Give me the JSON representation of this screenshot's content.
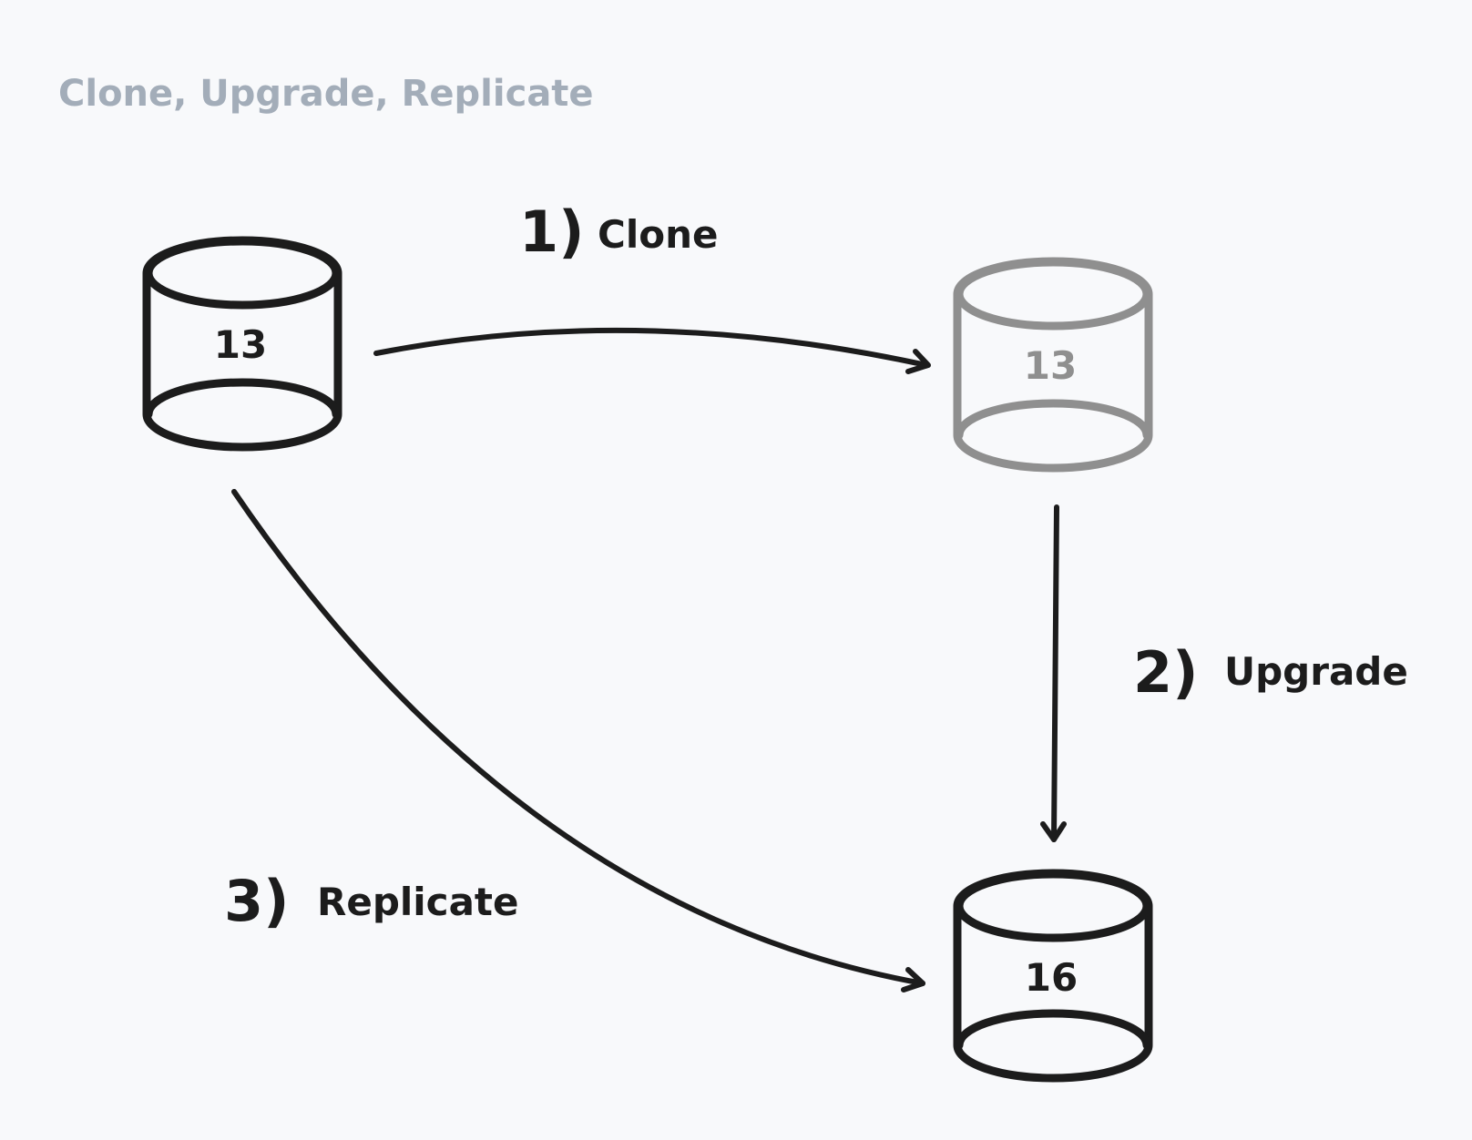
{
  "title": "Clone, Upgrade, Replicate",
  "databases": {
    "source": {
      "version": "13"
    },
    "clone": {
      "version": "13"
    },
    "upgraded": {
      "version": "16"
    }
  },
  "steps": [
    {
      "number": "1)",
      "label": "Clone"
    },
    {
      "number": "2)",
      "label": "Upgrade"
    },
    {
      "number": "3)",
      "label": "Replicate"
    }
  ],
  "colors": {
    "background": "#f8f9fb",
    "ink": "#1c1c1c",
    "faded_ink": "#8a8a8a",
    "title": "#a3adb9"
  }
}
